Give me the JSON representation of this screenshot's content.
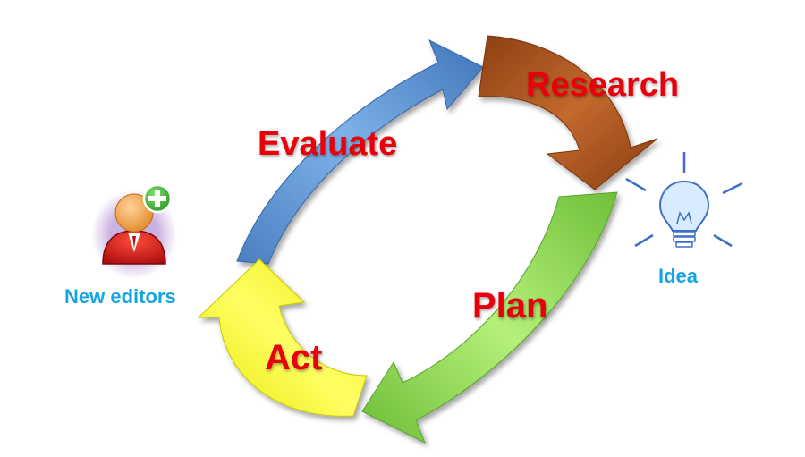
{
  "stages": {
    "research": "Research",
    "plan": "Plan",
    "act": "Act",
    "evaluate": "Evaluate"
  },
  "idea_label": "Idea",
  "editors_label": "New editors",
  "colors": {
    "research_arrow": "#b0561d",
    "plan_arrow": "#8fd14f",
    "act_arrow": "#ffff00",
    "evaluate_arrow": "#5b93d3",
    "stage_text": "#e8000b",
    "side_text": "#16a4e3"
  },
  "icons": [
    "lightbulb-icon",
    "user-add-icon"
  ]
}
